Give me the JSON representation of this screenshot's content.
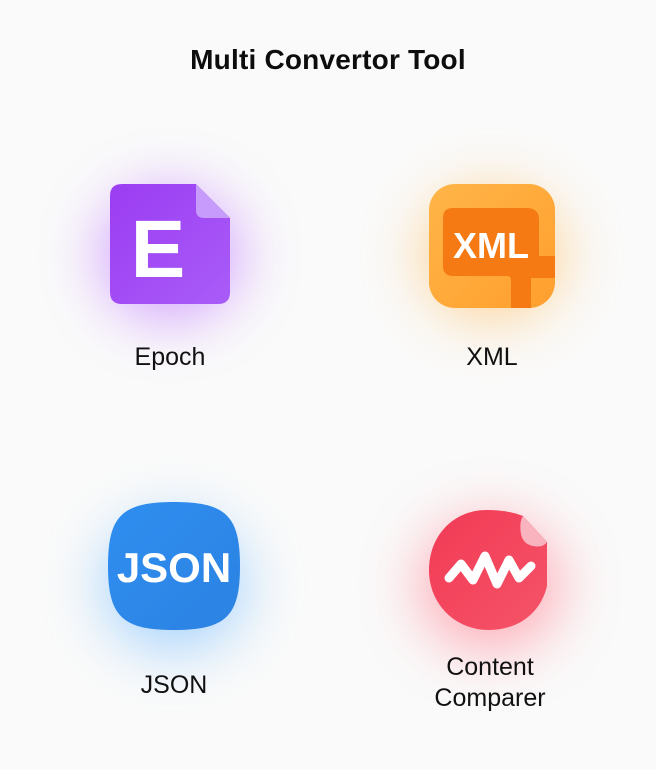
{
  "header": {
    "title": "Multi Convertor Tool"
  },
  "tools": [
    {
      "label": "Epoch",
      "icon": "epoch-icon",
      "icon_text": "E",
      "color": "#a855f7"
    },
    {
      "label": "XML",
      "icon": "xml-icon",
      "icon_text": "XML",
      "color": "#fb923c"
    },
    {
      "label": "JSON",
      "icon": "json-icon",
      "icon_text": "JSON",
      "color": "#2f8fea"
    },
    {
      "label": "Content\nComparer",
      "icon": "waveform-icon",
      "icon_text": "",
      "color": "#f0435b"
    }
  ]
}
